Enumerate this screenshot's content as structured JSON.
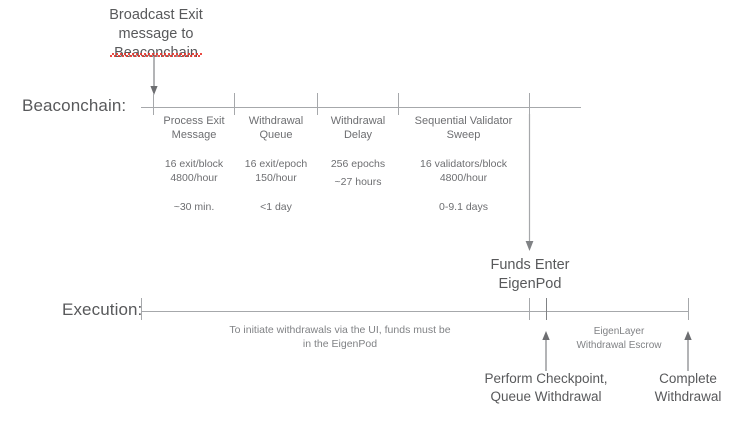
{
  "diagram": {
    "title_note": "Ethereum validator exit to EigenLayer withdrawal timeline",
    "colors": {
      "line": "#a6a8ab",
      "line_dark": "#808285",
      "text": "#58595b",
      "text_muted": "#6d6e71",
      "spellcheck": "#e8342a"
    }
  },
  "top_callout": {
    "line1": "Broadcast Exit",
    "line2": "message to",
    "line3": "Beaconchain"
  },
  "rows": {
    "beaconchain_label": "Beaconchain:",
    "execution_label": "Execution:"
  },
  "beaconchain_phases": [
    {
      "title_line1": "Process Exit",
      "title_line2": "Message",
      "rate_line1": "16 exit/block",
      "rate_line2": "4800/hour",
      "duration": "~30 min."
    },
    {
      "title_line1": "Withdrawal",
      "title_line2": "Queue",
      "rate_line1": "16 exit/epoch",
      "rate_line2": "150/hour",
      "duration": "<1 day"
    },
    {
      "title_line1": "Withdrawal",
      "title_line2": "Delay",
      "rate_line1": "256 epochs",
      "rate_line2": "",
      "duration": "~27 hours"
    },
    {
      "title_line1": "Sequential Validator",
      "title_line2": "Sweep",
      "rate_line1": "16 validators/block",
      "rate_line2": "4800/hour",
      "duration": "0-9.1 days"
    }
  ],
  "funds_enter": {
    "line1": "Funds Enter",
    "line2": "EigenPod"
  },
  "execution_note": {
    "line1": "To initiate withdrawals via the UI, funds must be",
    "line2": "in the EigenPod"
  },
  "escrow_note": {
    "line1": "EigenLayer",
    "line2": "Withdrawal Escrow"
  },
  "execution_markers": [
    {
      "line1": "Perform Checkpoint,",
      "line2": "Queue Withdrawal"
    },
    {
      "line1": "Complete",
      "line2": "Withdrawal"
    }
  ]
}
